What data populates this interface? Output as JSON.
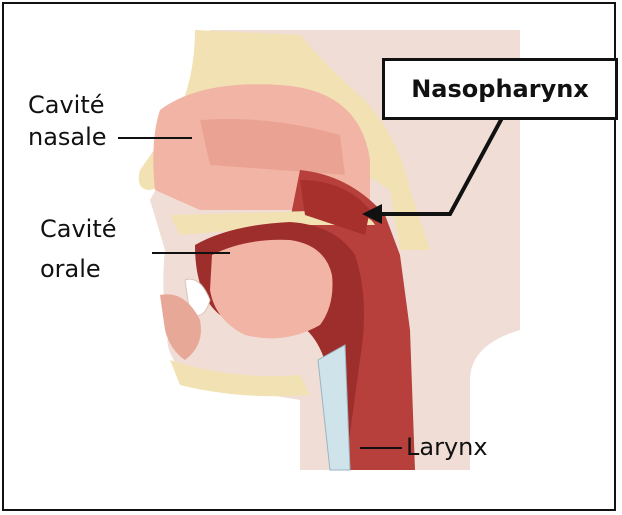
{
  "labels": {
    "nasal_line1": "Cavité",
    "nasal_line2": "nasale",
    "oral_line1": "Cavité",
    "oral_line2": "orale",
    "nasopharynx": "Nasopharynx",
    "larynx": "Larynx"
  },
  "colors": {
    "skin": "#f0ddd6",
    "bone": "#f1e1b3",
    "tissue": "#f2b4a4",
    "muscle": "#b7403c",
    "dark_muscle": "#9e2e2c"
  }
}
